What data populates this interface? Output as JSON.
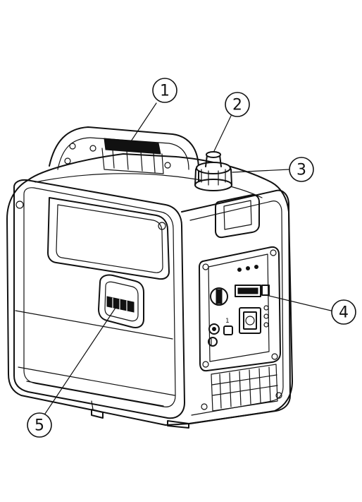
{
  "callouts": [
    {
      "id": "1",
      "label": "1"
    },
    {
      "id": "2",
      "label": "2"
    },
    {
      "id": "3",
      "label": "3"
    },
    {
      "id": "4",
      "label": "4"
    },
    {
      "id": "5",
      "label": "5"
    }
  ],
  "panel": {
    "outlet_label": "1"
  },
  "colors": {
    "ink": "#111111",
    "background": "#ffffff"
  }
}
